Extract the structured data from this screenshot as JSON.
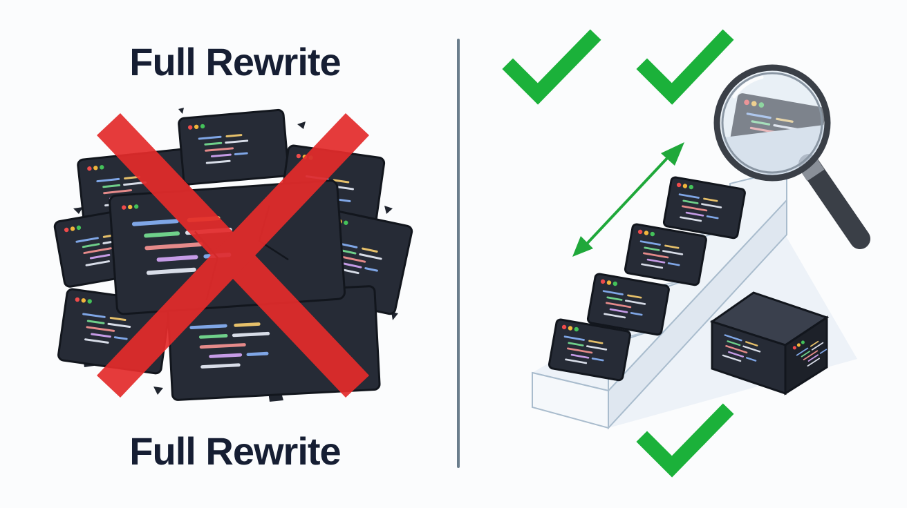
{
  "left_panel": {
    "title_top": "Full Rewrite",
    "title_bottom": "Full Rewrite",
    "cross_color": "#e42b2b",
    "cross_icon": "red-x-cross-icon"
  },
  "right_panel": {
    "check_color": "#1bb13a",
    "check_icon": "green-checkmark-icon",
    "magnifier_icon": "magnifying-glass-icon",
    "arrow_icon": "double-headed-arrow-icon",
    "steps": 4
  },
  "colors": {
    "window_body": "#262b36",
    "divider": "#6a7d8c",
    "stair": "#e9eff6",
    "arrow": "#1fa83a"
  }
}
